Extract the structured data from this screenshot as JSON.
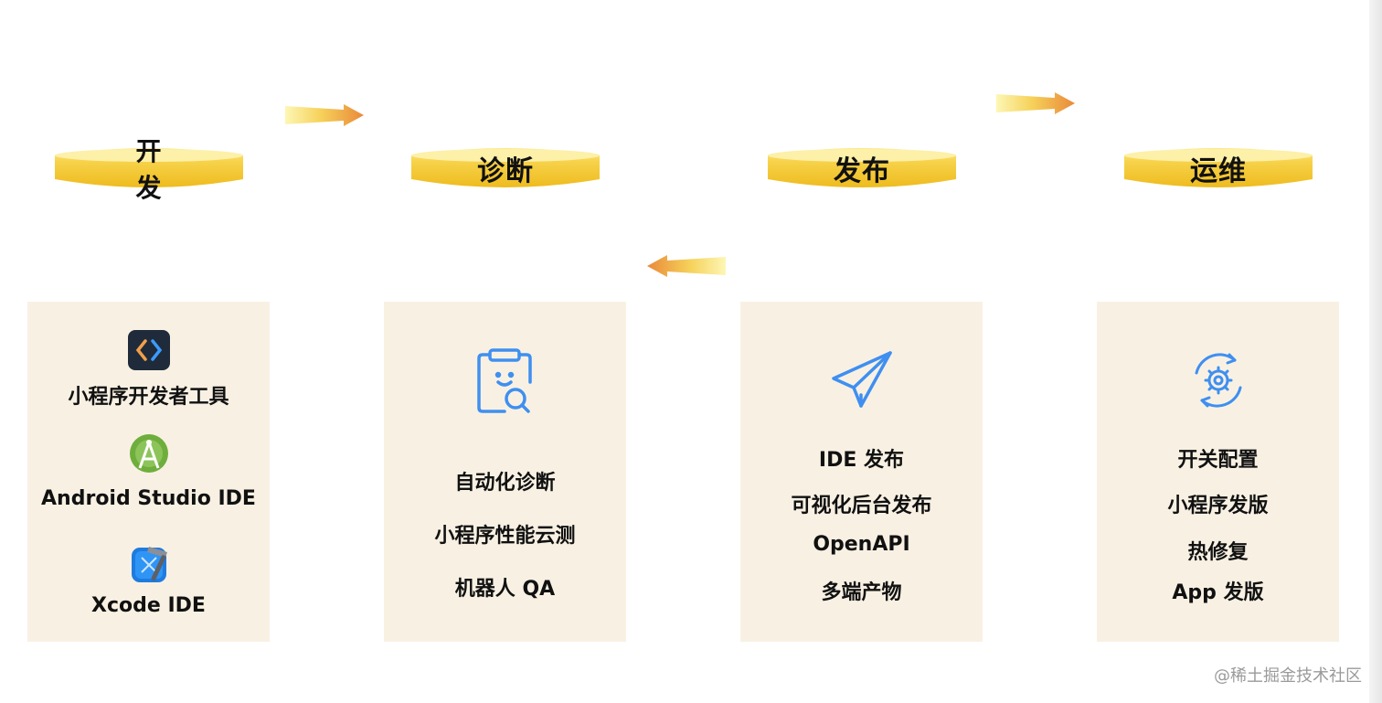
{
  "stages": [
    {
      "label": "开发"
    },
    {
      "label": "诊断"
    },
    {
      "label": "发布"
    },
    {
      "label": "运维"
    }
  ],
  "panels": [
    {
      "items": [
        "小程序开发者工具",
        "Android Studio IDE",
        "Xcode IDE"
      ],
      "icons": [
        "miniprogram-devtools-icon",
        "android-studio-icon",
        "xcode-icon"
      ]
    },
    {
      "items": [
        "自动化诊断",
        "小程序性能云测",
        "机器人 QA"
      ],
      "icons": [
        "clipboard-search-icon"
      ]
    },
    {
      "items": [
        "IDE 发布",
        "可视化后台发布",
        "OpenAPI",
        "多端产物"
      ],
      "icons": [
        "paper-plane-icon"
      ]
    },
    {
      "items": [
        "开关配置",
        "小程序发版",
        "热修复",
        "App 发版"
      ],
      "icons": [
        "gear-cycle-icon"
      ]
    }
  ],
  "colors": {
    "oval_gold": "#f5c523",
    "oval_light": "#fbe98a",
    "arrow_orange": "#e9893a",
    "arrow_light": "#fdf3a6",
    "panel_bg": "#f8f1e3",
    "icon_blue": "#3f8ff0"
  },
  "watermark": "@稀土掘金技术社区"
}
